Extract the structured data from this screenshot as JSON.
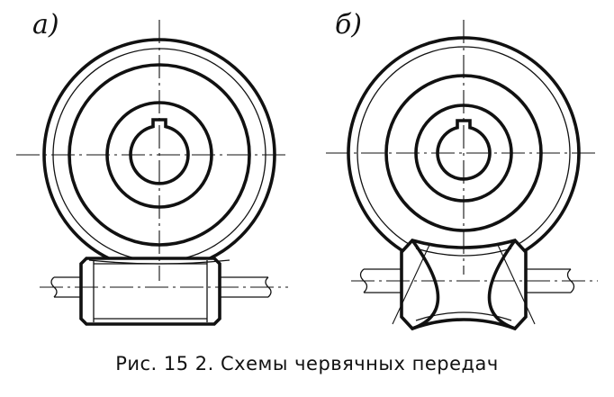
{
  "figure": {
    "panel_a_label": "a)",
    "panel_b_label": "б)",
    "caption": "Рис. 15 2. Схемы червячных передач"
  }
}
